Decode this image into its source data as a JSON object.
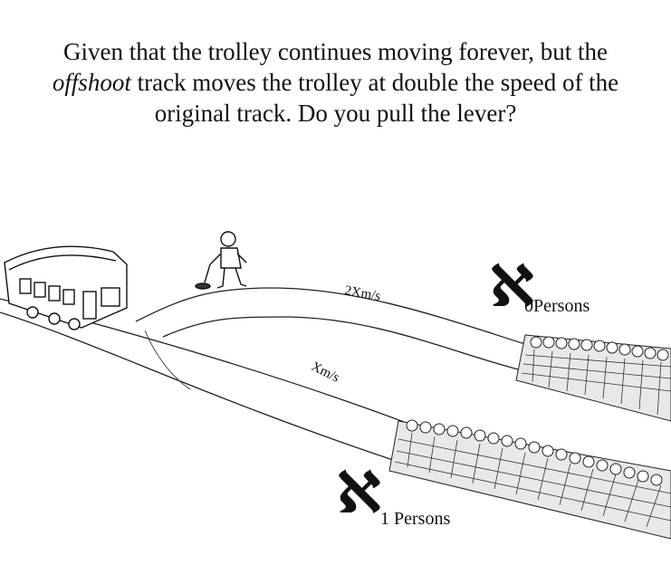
{
  "question": {
    "part1": "Given that the trolley continues moving forever, but the",
    "emphasis": "offshoot",
    "part2": "track moves the trolley at double the speed of the",
    "part3": "original track. Do you pull the lever?"
  },
  "tracks": {
    "offshoot_speed": "2Xm/s",
    "original_speed": "Xm/s"
  },
  "groups": {
    "offshoot": {
      "symbol": "ℵ",
      "text": "0Persons"
    },
    "original": {
      "symbol": "ℵ",
      "text": "1 Persons"
    }
  }
}
